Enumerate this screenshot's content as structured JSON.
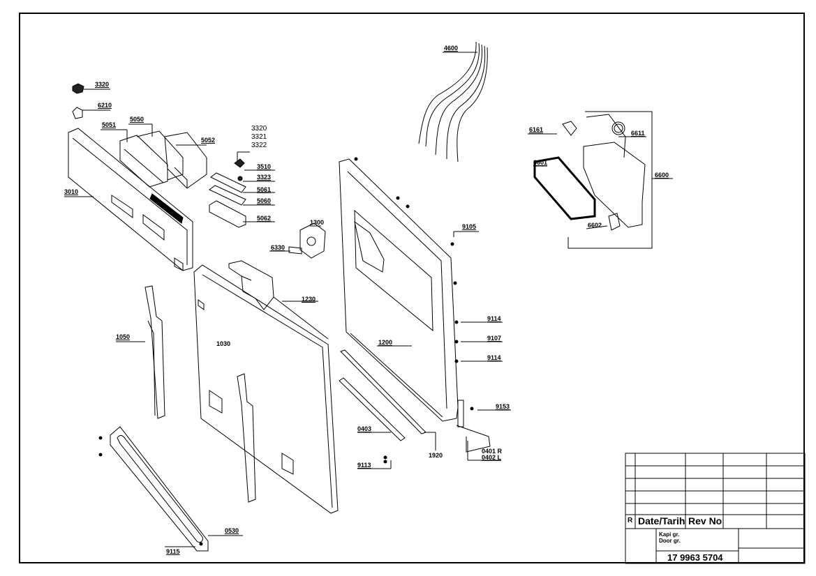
{
  "labels": {
    "l3320": "3320",
    "l6210": "6210",
    "l5051": "5051",
    "l5050": "5050",
    "l5052": "5052",
    "l3320s": "3320",
    "l3321s": "3321",
    "l3322s": "3322",
    "l3510": "3510",
    "l3323": "3323",
    "l5061": "5061",
    "l5060": "5060",
    "l5062": "5062",
    "l3010": "3010",
    "l1300": "1300",
    "l6330": "6330",
    "l4600": "4600",
    "l6161": "6161",
    "l6611": "6611",
    "l6601": "6601",
    "l6600": "6600",
    "l6602": "6602",
    "l9105": "9105",
    "l1230": "1230",
    "l1050": "1050",
    "l1030": "1030",
    "l1200": "1200",
    "l9114a": "9114",
    "l9107": "9107",
    "l9114b": "9114",
    "l9153": "9153",
    "l0403": "0403",
    "l1920": "1920",
    "l0401": "0401 R",
    "l0402": "0402 L",
    "l9113": "9113",
    "l0530": "0530",
    "l9115": "9115"
  },
  "title_block": {
    "rev_marker": "R",
    "date_label": "Date/Tarih",
    "rev_label": "Rev No",
    "group_tr": "Kapi gr.",
    "group_en": "Door gr.",
    "drawing_number": "17 9963 5704"
  }
}
